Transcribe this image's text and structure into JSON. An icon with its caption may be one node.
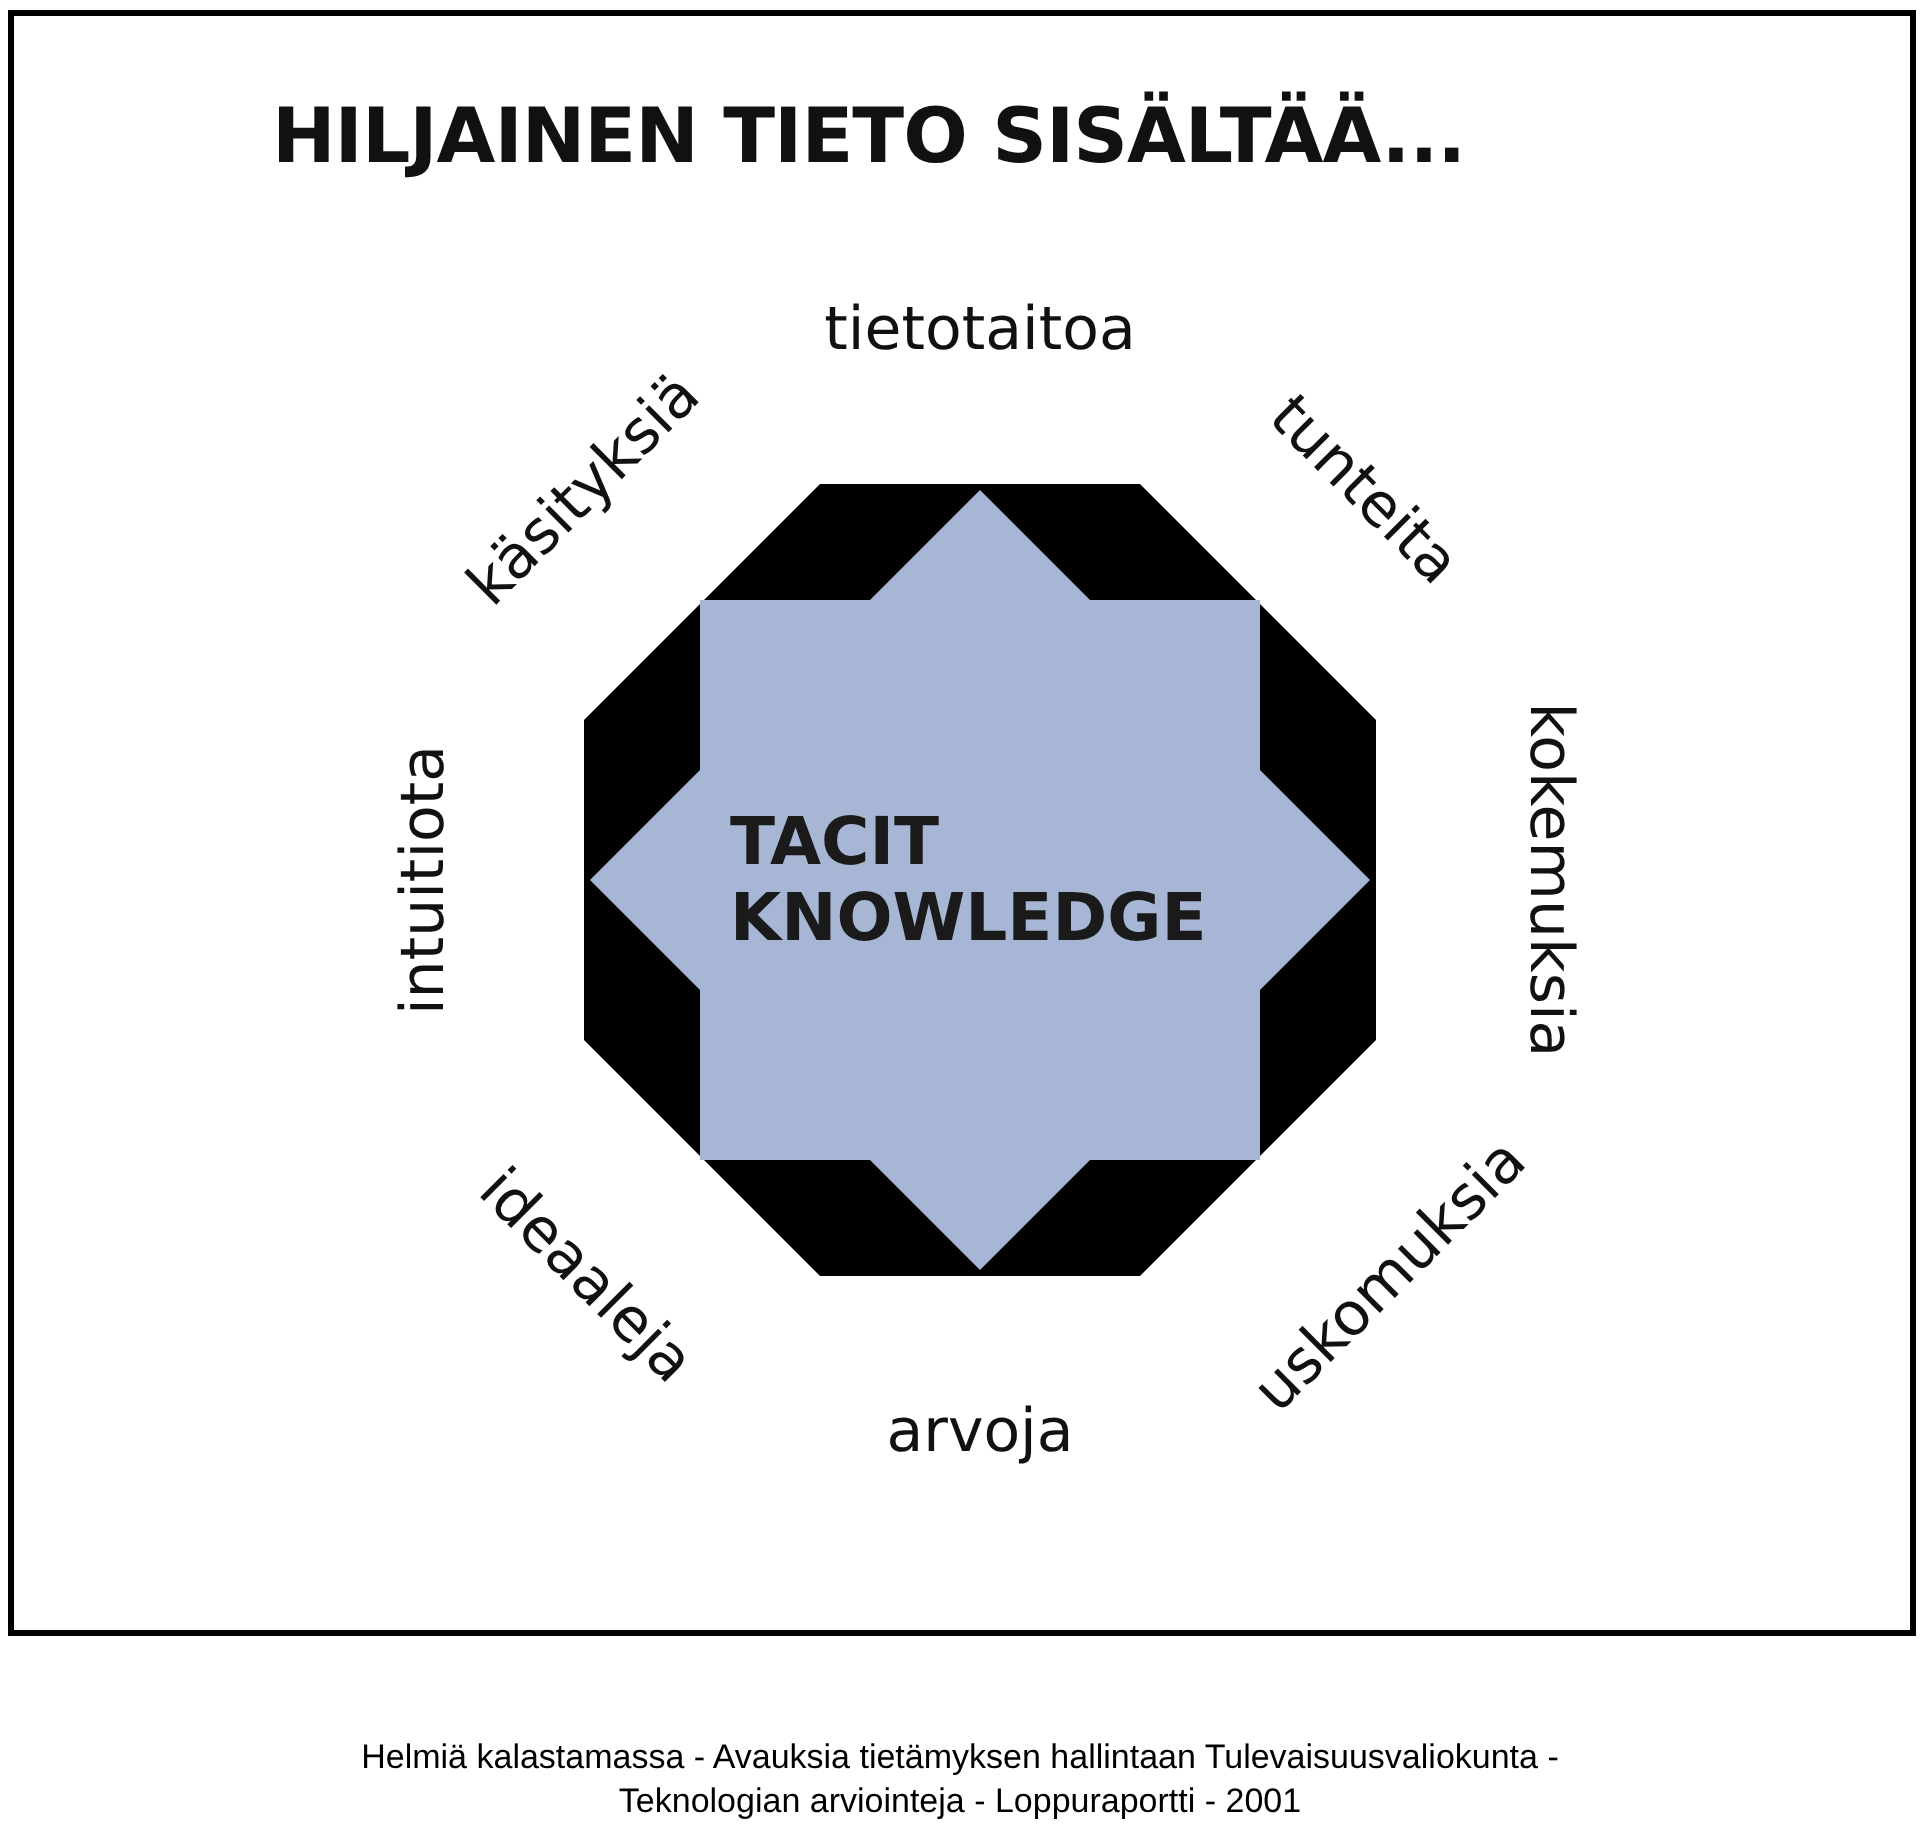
{
  "diagram": {
    "title": "HILJAINEN TIETO SISÄLTÄÄ...",
    "nodes": [
      {
        "text": [
          "TACIT KNOWLEDGE"
        ]
      }
    ],
    "labels": [
      "tietotaitoa",
      "tunteita",
      "kokemuksia",
      "uskomuksia",
      "arvoja",
      "ideaaleja",
      "intuitiota",
      "käsityksiä"
    ],
    "caption": "Helmiä kalastamassa - Avauksia tietämyksen hallintaan Tulevaisuusvaliokunta - Teknologian arviointeja - Loppuraportti - 2001"
  }
}
